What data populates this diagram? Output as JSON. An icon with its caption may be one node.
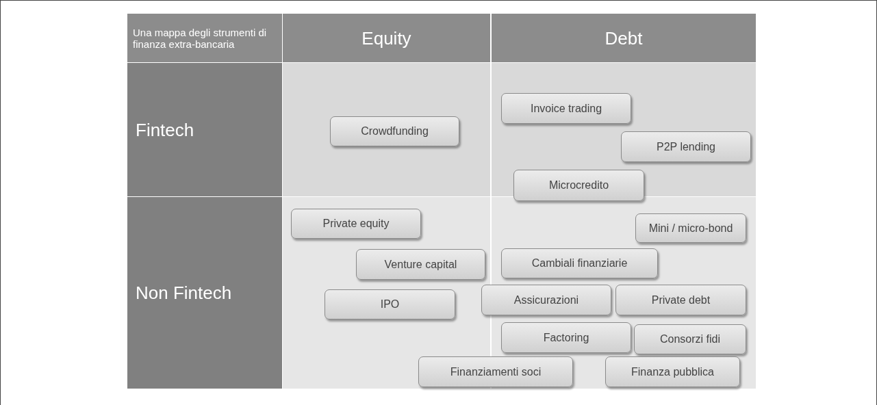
{
  "diagram": {
    "nodes": [
      {
        "text": [
          "Una mappa degli strumenti di finanza extra-bancaria"
        ]
      },
      {
        "text": [
          "Equity"
        ]
      },
      {
        "text": [
          "Debt"
        ]
      },
      {
        "text": [
          "Fintech"
        ]
      },
      {
        "text": [
          "Non Fintech"
        ]
      },
      {
        "text": [
          "Crowdfunding"
        ]
      },
      {
        "text": [
          "Invoice trading"
        ]
      },
      {
        "text": [
          "P2P lending"
        ]
      },
      {
        "text": [
          "Microcredito"
        ]
      },
      {
        "text": [
          "Private equity"
        ]
      },
      {
        "text": [
          "Mini / micro-bond"
        ]
      },
      {
        "text": [
          "Venture capital"
        ]
      },
      {
        "text": [
          "Cambiali finanziarie"
        ]
      },
      {
        "text": [
          "IPO"
        ]
      },
      {
        "text": [
          "Assicurazioni"
        ]
      },
      {
        "text": [
          "Private debt"
        ]
      },
      {
        "text": [
          "Factoring"
        ]
      },
      {
        "text": [
          "Consorzi fidi"
        ]
      },
      {
        "text": [
          "Finanziamenti soci"
        ]
      },
      {
        "text": [
          "Finanza pubblica"
        ]
      }
    ]
  }
}
